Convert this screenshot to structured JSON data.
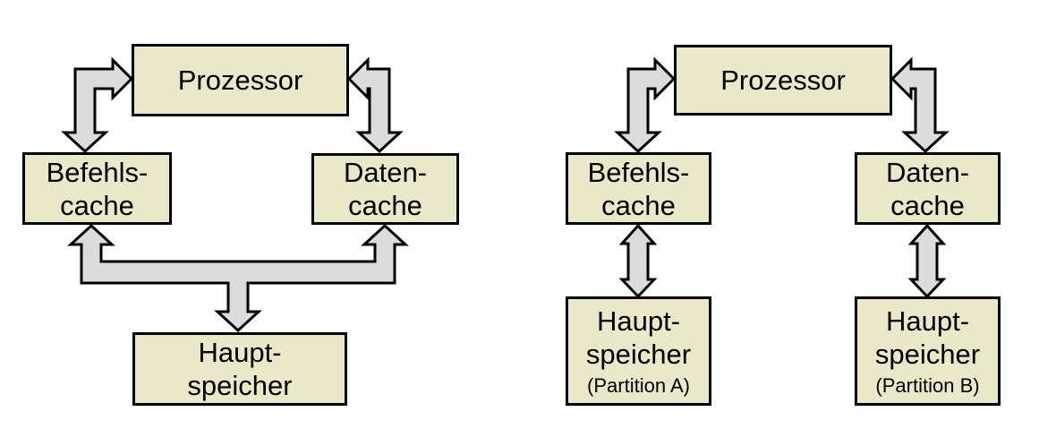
{
  "colors": {
    "background": "#ffffff",
    "box_fill": "#e9e9ca",
    "box_border": "#000000",
    "arrow_fill": "#dcdcdc",
    "arrow_outline": "#000000",
    "text": "#000000"
  },
  "left_diagram": {
    "prozessor": "Prozessor",
    "befehls_cache": "Befehls-\ncache",
    "daten_cache": "Daten-\ncache",
    "haupt_speicher": "Haupt-\nspeicher"
  },
  "right_diagram": {
    "prozessor": "Prozessor",
    "befehls_cache": "Befehls-\ncache",
    "daten_cache": "Daten-\ncache",
    "haupt_speicher_a": "Haupt-\nspeicher",
    "haupt_speicher_a_sub": "(Partition A)",
    "haupt_speicher_b": "Haupt-\nspeicher",
    "haupt_speicher_b_sub": "(Partition B)"
  }
}
